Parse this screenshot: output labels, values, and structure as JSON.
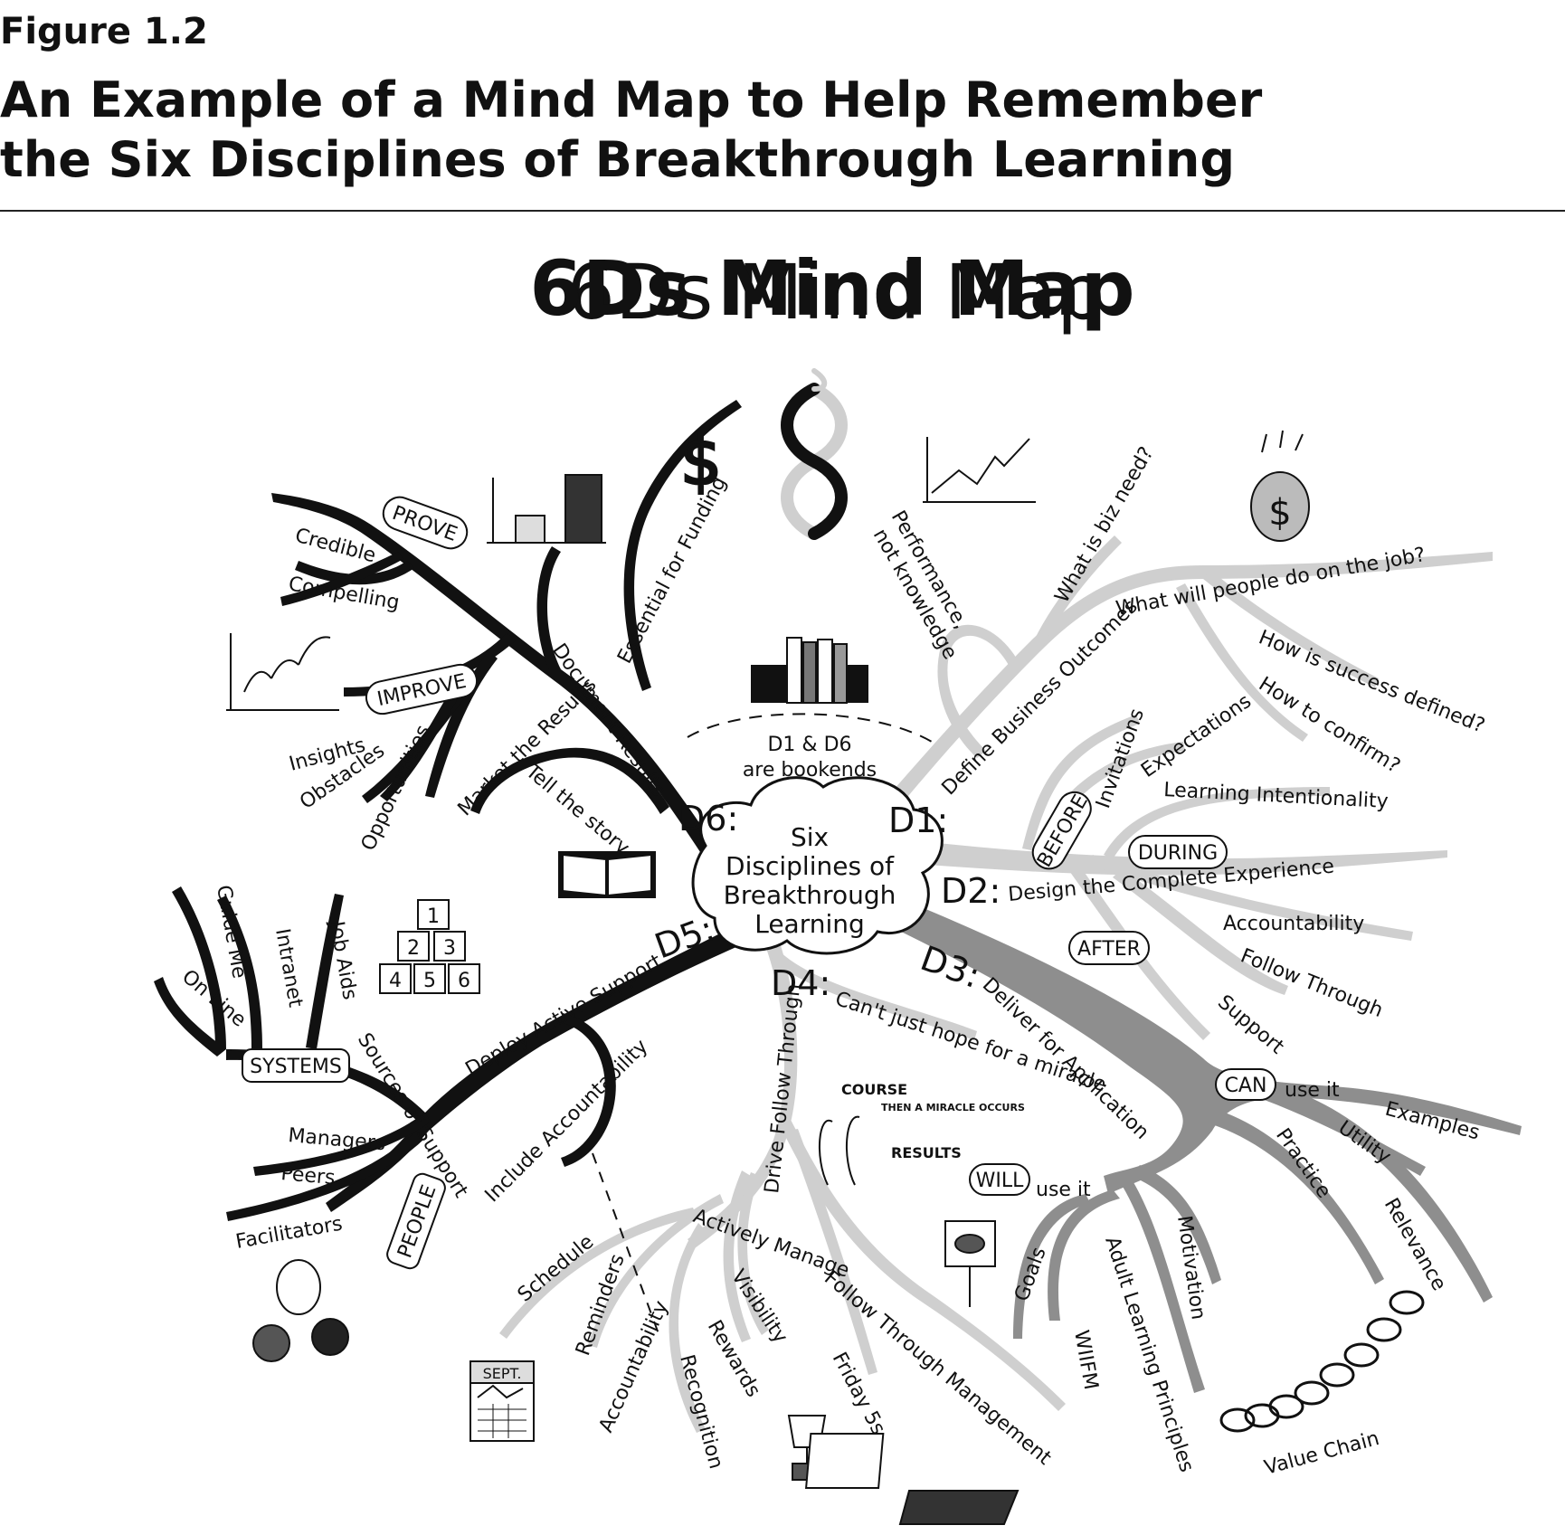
{
  "figure": {
    "label": "Figure 1.2",
    "title_line1": "An Example of a Mind Map to Help Remember",
    "title_line2": "the Six Disciplines of Breakthrough Learning"
  },
  "map_title": "6Ds Mind Map",
  "center": {
    "line1": "Six",
    "line2": "Disciplines of",
    "line3": "Breakthrough",
    "line4": "Learning"
  },
  "bookends": {
    "line1": "D1 & D6",
    "line2": "are bookends"
  },
  "d1": {
    "code": "D1:",
    "name": "Define Business Outcomes",
    "items": [
      "What is biz need?",
      "What will people do on the job?",
      "How is success defined?",
      "How to confirm?",
      "Performance,",
      "not knowledge"
    ]
  },
  "d2": {
    "code": "D2:",
    "name": "Design the Complete Experience",
    "before": "BEFORE",
    "during": "DURING",
    "after": "AFTER",
    "items": [
      "Invitations",
      "Expectations",
      "Learning Intentionality",
      "Accountability",
      "Follow Through",
      "Support"
    ]
  },
  "d3": {
    "code": "D3:",
    "name": "Deliver for Application",
    "can": "CAN",
    "can_suffix": "use it",
    "will": "WILL",
    "will_suffix": "use it",
    "items": [
      "Examples",
      "Utility",
      "Practice",
      "Relevance",
      "Goals",
      "Adult Learning Principles",
      "Motivation",
      "WIIFM",
      "Value Chain"
    ]
  },
  "d4": {
    "code": "D4:",
    "name": "Drive Follow Through",
    "items": [
      "Can't just hope for a miracle",
      "Actively Manage",
      "Follow Through Management",
      "Friday 5s",
      "Schedule",
      "Reminders",
      "Visibility",
      "Rewards",
      "Accountability",
      "Recognition"
    ],
    "cartoon": {
      "course": "COURSE",
      "miracle": "THEN A MIRACLE OCCURS",
      "results": "RESULTS"
    },
    "calendar": "SEPT."
  },
  "d5": {
    "code": "D5:",
    "name": "Deploy Active Support",
    "sources": "Sources of Support",
    "systems": "SYSTEMS",
    "people": "PEOPLE",
    "items": [
      "Guide Me",
      "Intranet",
      "Job Aids",
      "On Line",
      "Managers",
      "Peers",
      "Facilitators",
      "Include Accountability"
    ],
    "blocks": [
      "1",
      "2",
      "3",
      "4",
      "5",
      "6"
    ]
  },
  "d6": {
    "code": "D6:",
    "name": "Document Results",
    "prove": "PROVE",
    "improve": "IMPROVE",
    "items": [
      "Credible",
      "Compelling",
      "Insights",
      "Obstacles",
      "Opportunities",
      "Market the Results",
      "Tell the story",
      "Essential for Funding"
    ]
  }
}
